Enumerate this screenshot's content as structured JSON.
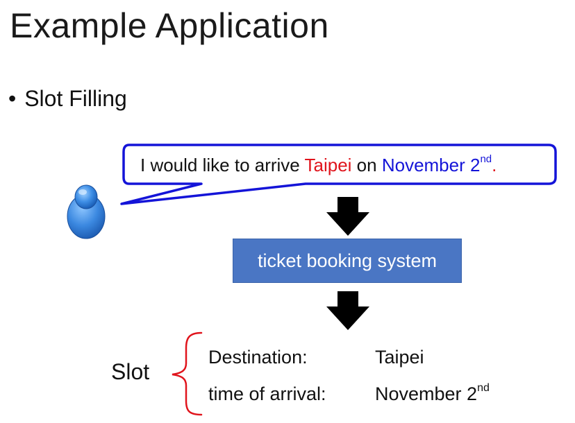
{
  "title": "Example Application",
  "bullet": {
    "symbol": "•",
    "text": "Slot Filling"
  },
  "speech": {
    "part1": "I would like to arrive ",
    "destination": "Taipei",
    "part2": " on ",
    "date": "November 2",
    "date_suffix": "nd",
    "period": ".",
    "colors": {
      "border": "#1414d8",
      "destination": "#e0141c",
      "date": "#1414d8"
    }
  },
  "user_icon": "person-icon",
  "system": {
    "label": "ticket booking system",
    "color": "#4a76c4"
  },
  "slot": {
    "label": "Slot",
    "brace_color": "#e0141c",
    "rows": [
      {
        "key": "Destination:",
        "value": "Taipei",
        "suffix": ""
      },
      {
        "key": "time of arrival:",
        "value": "November 2",
        "suffix": "nd"
      }
    ]
  }
}
